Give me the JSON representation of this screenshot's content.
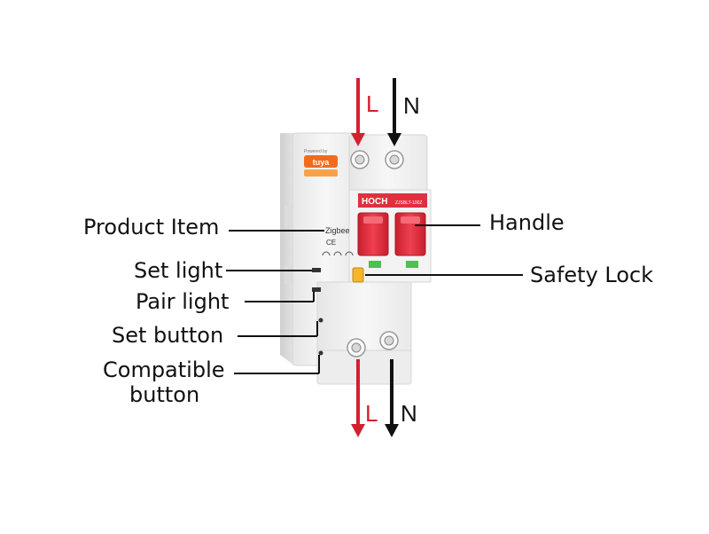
{
  "wires": {
    "top_live": "L",
    "top_neutral": "N",
    "bottom_live": "L",
    "bottom_neutral": "N"
  },
  "callouts": {
    "product_item": "Product Item",
    "set_light": "Set light",
    "pair_light": "Pair light",
    "set_button": "Set button",
    "compatible_button_line1": "Compatible",
    "compatible_button_line2": "button",
    "handle": "Handle",
    "safety_lock": "Safety Lock"
  },
  "device": {
    "powered_by": "Powered by",
    "tuya_logo": "tuya",
    "brand": "HOCH",
    "model": "ZJSBLT-100Z",
    "protocol": "Zigbee",
    "ce_mark": "CE"
  },
  "colors": {
    "live": "#d4202e",
    "neutral": "#111111",
    "breaker_red": "#e0303f",
    "body": "#f2f2f2",
    "tuya_orange": "#f26b1d"
  }
}
